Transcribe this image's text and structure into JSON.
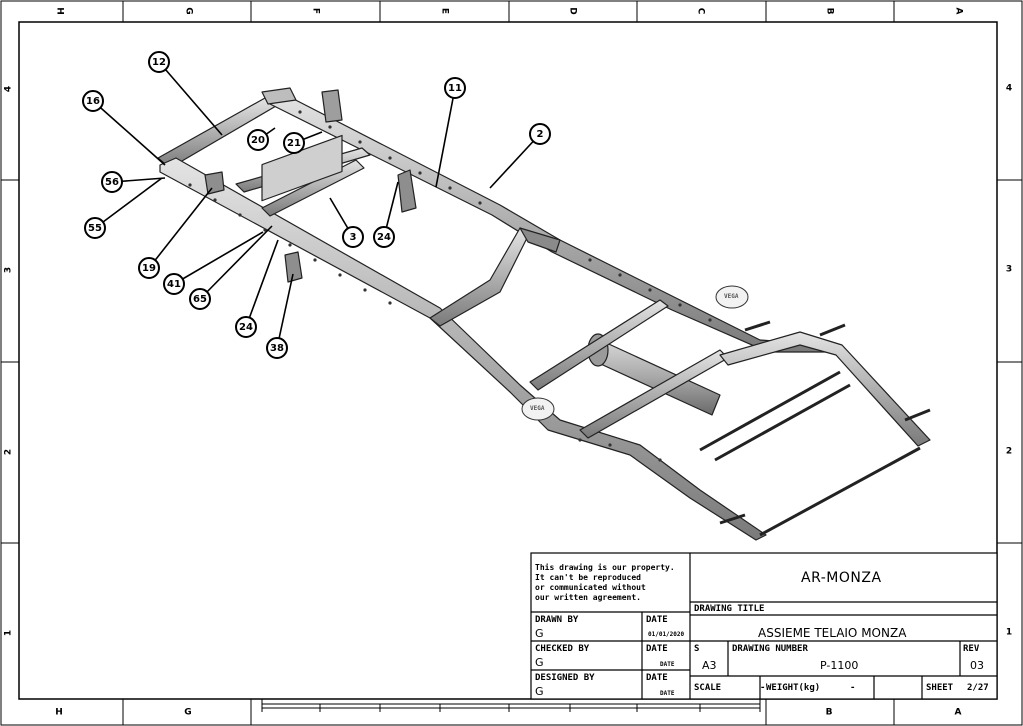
{
  "zones": {
    "top": [
      "H",
      "G",
      "F",
      "E",
      "D",
      "C",
      "B",
      "A"
    ],
    "bottom": [
      "H",
      "G",
      "",
      "",
      "",
      "",
      "B",
      "A"
    ],
    "side": [
      "4",
      "3",
      "2",
      "1"
    ]
  },
  "balloons": [
    {
      "id": "b12",
      "label": "12"
    },
    {
      "id": "b16",
      "label": "16"
    },
    {
      "id": "b20",
      "label": "20"
    },
    {
      "id": "b21",
      "label": "21"
    },
    {
      "id": "b11",
      "label": "11"
    },
    {
      "id": "b2",
      "label": "2"
    },
    {
      "id": "b56",
      "label": "56"
    },
    {
      "id": "b55",
      "label": "55"
    },
    {
      "id": "b3",
      "label": "3"
    },
    {
      "id": "b24a",
      "label": "24"
    },
    {
      "id": "b19",
      "label": "19"
    },
    {
      "id": "b41",
      "label": "41"
    },
    {
      "id": "b65",
      "label": "65"
    },
    {
      "id": "b24b",
      "label": "24"
    },
    {
      "id": "b38",
      "label": "38"
    }
  ],
  "badge_text": "VEGA",
  "title_block": {
    "notice": "This drawing is our property.\nIt can't be reproduced\nor communicated without\nour written agreement.",
    "project": "AR-MONZA",
    "drawing_title_label": "DRAWING TITLE",
    "drawing_title": "ASSIEME TELAIO MONZA",
    "drawn_by_label": "DRAWN BY",
    "drawn_by": "G",
    "date_label": "DATE",
    "drawn_date": "01/01/2020",
    "checked_by_label": "CHECKED BY",
    "checked_by": "G",
    "checked_date": "DATE",
    "designed_by_label": "DESIGNED BY",
    "designed_by": "G",
    "designed_date": "DATE",
    "size_label": "S",
    "size": "A3",
    "drawing_number_label": "DRAWING NUMBER",
    "drawing_number": "P-1100",
    "rev_label": "REV",
    "rev": "03",
    "scale_label": "SCALE",
    "scale_value": "-",
    "weight_label": "WEIGHT(kg)",
    "weight_value": "-",
    "sheet_label": "SHEET",
    "sheet": "2/27"
  }
}
